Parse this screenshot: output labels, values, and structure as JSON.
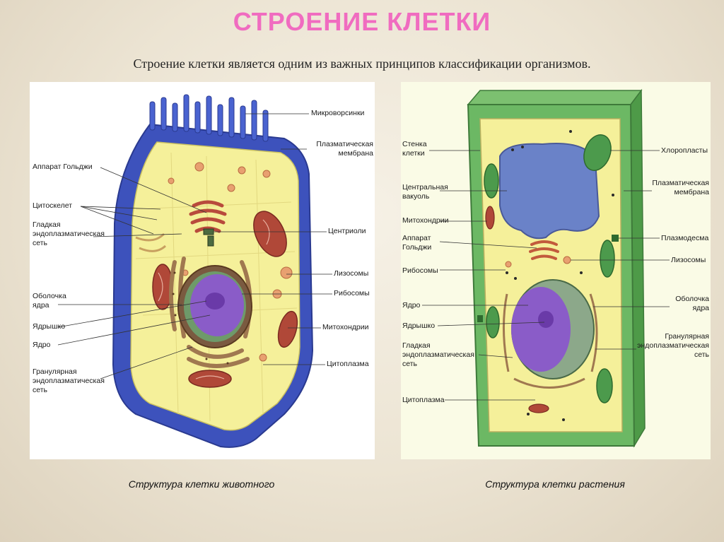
{
  "title": "СТРОЕНИЕ КЛЕТКИ",
  "subtitle": "Строение клетки является одним из важных принципов классификации организмов.",
  "animal": {
    "caption": "Структура клетки животного",
    "labels": {
      "microvilli": "Микроворсинки",
      "plasma_membrane": "Плазматическая\nмембрана",
      "golgi": "Аппарат Гольджи",
      "cytoskeleton": "Цитоскелет",
      "smooth_er": "Гладкая\nэндоплазматическая\nсеть",
      "centrioles": "Центриоли",
      "lysosomes": "Лизосомы",
      "ribosomes": "Рибосомы",
      "nuclear_envelope": "Оболочка\nядра",
      "nucleolus": "Ядрышко",
      "nucleus": "Ядро",
      "mitochondria": "Митохондрии",
      "granular_er": "Гранулярная\nэндоплазматическая\nсеть",
      "cytoplasm": "Цитоплазма"
    }
  },
  "plant": {
    "caption": "Структура клетки растения",
    "labels": {
      "cell_wall": "Стенка\nклетки",
      "central_vacuole": "Центральная\nвакуоль",
      "mitochondria": "Митохондрии",
      "golgi": "Аппарат\nГольджи",
      "ribosomes": "Рибосомы",
      "nucleus": "Ядро",
      "nucleolus": "Ядрышко",
      "smooth_er": "Гладкая\nэндоплазматическая\nсеть",
      "cytoplasm": "Цитоплазма",
      "chloroplasts": "Хлоропласты",
      "plasma_membrane": "Плазматическая\nмембрана",
      "plasmodesma": "Плазмодесма",
      "lysosomes": "Лизосомы",
      "nuclear_envelope": "Оболочка\nядра",
      "granular_er": "Гранулярная\nэндоплазматическая\nсеть"
    }
  },
  "colors": {
    "title": "#f06cc0",
    "animal_membrane": "#3b4fb8",
    "cytoplasm": "#f5f09a",
    "nucleus": "#8a5cc8",
    "mitochondria": "#b04838",
    "plant_wall": "#5fae5a",
    "vacuole": "#6a82c8",
    "chloroplast": "#4c9a4c"
  }
}
